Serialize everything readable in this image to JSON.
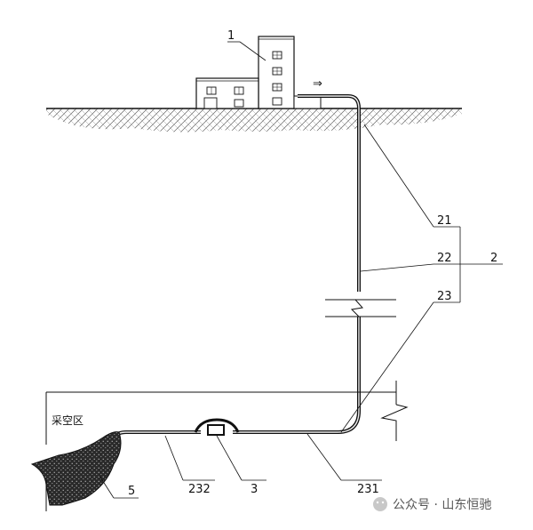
{
  "diagram": {
    "labels": {
      "building": "1",
      "pipe_system": "2",
      "pipe_21": "21",
      "pipe_22": "22",
      "pipe_23": "23",
      "pipe_231": "231",
      "pipe_232": "232",
      "device_3": "3",
      "goaf_5": "5"
    },
    "goaf_text": "采空区",
    "flow_arrow": "⇒",
    "watermark": "公众号 · 山东恒驰"
  }
}
